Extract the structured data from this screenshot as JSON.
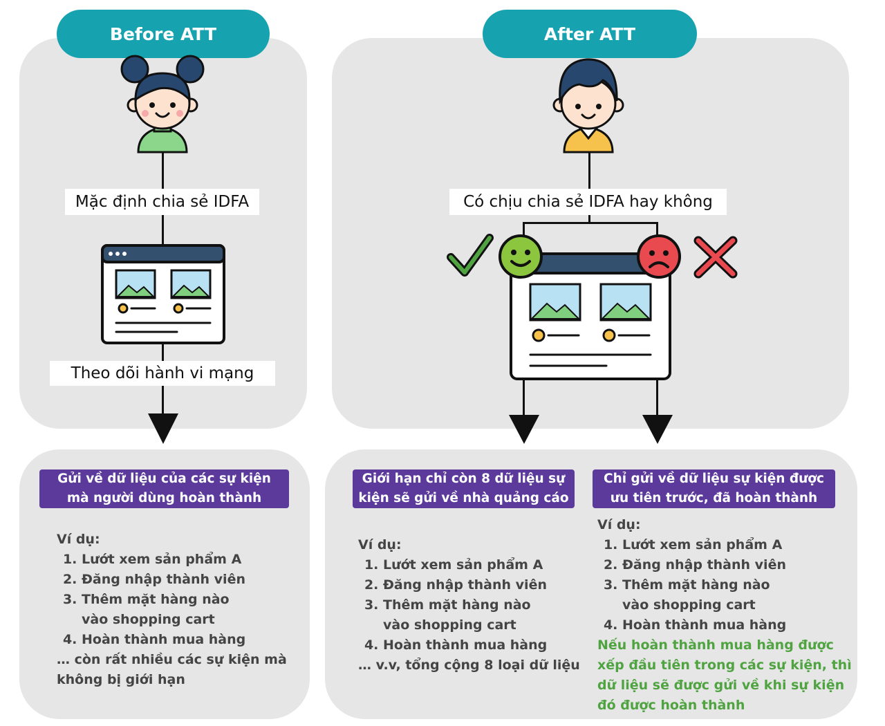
{
  "before": {
    "title": "Before ATT",
    "share_label": "Mặc định chia sẻ IDFA",
    "track_label": "Theo dõi hành vi mạng",
    "result_box": {
      "line1": "Gửi về dữ liệu của các sự kiện",
      "line2": "mà người dùng hoàn thành"
    },
    "example": {
      "heading": "Ví dụ:",
      "items": [
        "Lướt xem sản phẩm A",
        "Đăng nhập thành viên",
        "Thêm mặt hàng nào vào shopping cart",
        "Hoàn thành mua hàng"
      ],
      "trailing_line1": "… còn rất nhiều các sự kiện mà",
      "trailing_line2": "không bị giới hạn"
    }
  },
  "after": {
    "title": "After ATT",
    "share_label": "Có chịu chia sẻ IDFA hay không",
    "limit_box": {
      "line1": "Giới hạn chỉ còn 8 dữ liệu sự",
      "line2": "kiện sẽ gửi về nhà quảng cáo"
    },
    "priority_box": {
      "line1": "Chỉ gửi về dữ liệu sự kiện được",
      "line2": "ưu tiên trước, đã hoàn thành"
    },
    "example_limit": {
      "heading": "Ví dụ:",
      "items": [
        "Lướt xem sản phẩm A",
        "Đăng nhập thành viên",
        "Thêm mặt hàng nào vào shopping cart",
        "Hoàn thành mua hàng"
      ],
      "trailing": "… v.v, tổng cộng 8 loại dữ liệu"
    },
    "example_priority": {
      "heading": "Ví dụ:",
      "items": [
        "Lướt xem sản phẩm A",
        "Đăng nhập thành viên",
        "Thêm mặt hàng nào vào shopping cart",
        "Hoàn thành mua hàng"
      ],
      "note_line1": "Nếu hoàn thành mua hàng được",
      "note_line2": "xếp đầu tiên trong các sự kiện, thì",
      "note_line3": "dữ liệu sẽ được gửi về khi sự kiện",
      "note_line4": "đó được hoàn thành"
    }
  },
  "colors": {
    "title_pill": "#17a2b0",
    "panel": "#e6e6e6",
    "result_box": "#5b3a9c",
    "note_text": "#4fa341",
    "happy_face": "#8cc63f",
    "sad_face": "#e84a4f",
    "check": "#4fa341",
    "cross": "#e84a4f"
  }
}
